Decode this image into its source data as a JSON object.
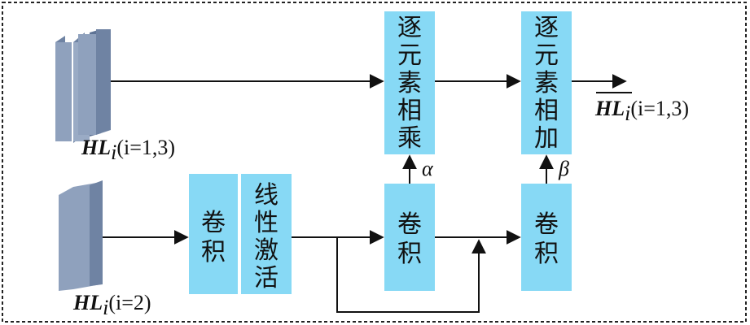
{
  "boxes": {
    "mult_lines": [
      "逐",
      "元",
      "素",
      "相",
      "乘"
    ],
    "add_lines": [
      "逐",
      "元",
      "素",
      "相",
      "加"
    ],
    "conv_lines": [
      "卷",
      "积"
    ],
    "activation_lines": [
      "线",
      "性",
      "激",
      "活"
    ]
  },
  "labels": {
    "input_top_main": "HL",
    "input_top_sub": "i",
    "input_top_rest": "(i=1,3)",
    "input_bottom_main": "HL",
    "input_bottom_sub": "i",
    "input_bottom_rest": "(i=2)",
    "output_main": "HL",
    "output_sub": "i",
    "output_rest": "(i=1,3)",
    "alpha": "α",
    "beta": "β"
  },
  "colors": {
    "box_fill": "#87d9f5",
    "feature_map_front": "#8fa1bd",
    "feature_map_side": "#6f83a3",
    "line": "#111111"
  }
}
